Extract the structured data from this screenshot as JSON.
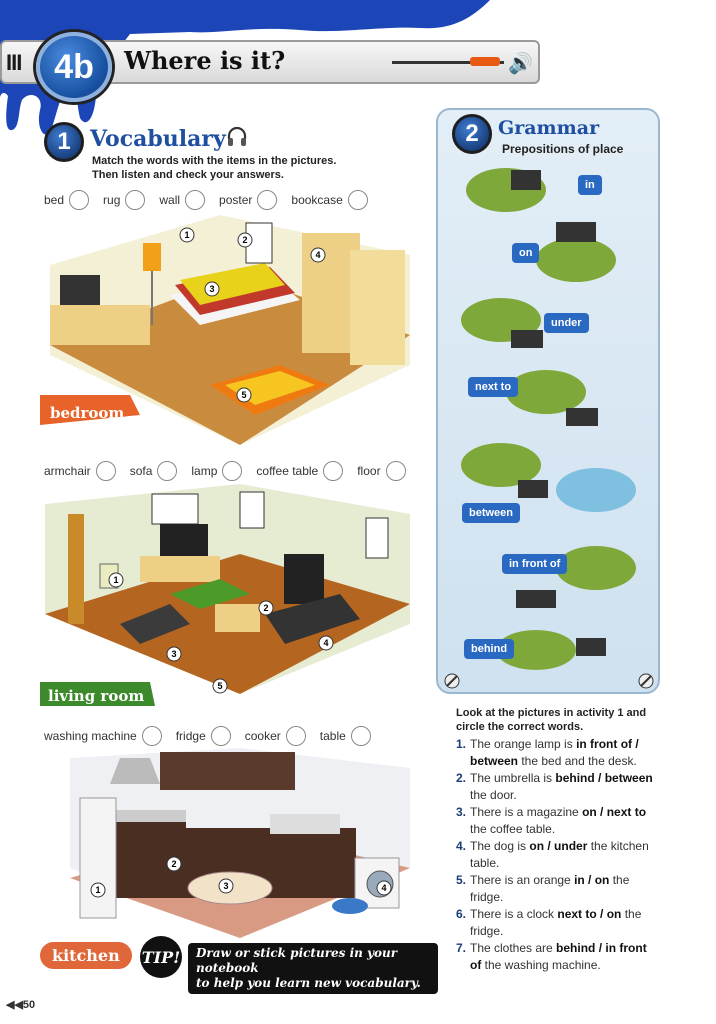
{
  "header": {
    "unit": "4b",
    "title": "Where is it?",
    "colors": {
      "splash": "#1c46b8",
      "badge": "#174f9e",
      "progress": "#e85a14"
    }
  },
  "vocabulary": {
    "number": "1",
    "title": "Vocabulary",
    "instruction_line1": "Match the words with the items in the pictures.",
    "instruction_line2": "Then listen and check your answers.",
    "icon": "headphones-icon",
    "bedroom": {
      "words": [
        "bed",
        "rug",
        "wall",
        "poster",
        "bookcase"
      ],
      "label": "bedroom",
      "markers": [
        "1",
        "2",
        "3",
        "4",
        "5"
      ]
    },
    "living_room": {
      "words": [
        "armchair",
        "sofa",
        "lamp",
        "coffee table",
        "floor"
      ],
      "label": "living room",
      "markers": [
        "1",
        "2",
        "3",
        "4",
        "5"
      ]
    },
    "kitchen": {
      "words": [
        "washing machine",
        "fridge",
        "cooker",
        "table"
      ],
      "label": "kitchen",
      "markers": [
        "1",
        "2",
        "3",
        "4"
      ]
    }
  },
  "grammar": {
    "number": "2",
    "title": "Grammar",
    "subtitle": "Prepositions of place",
    "prepositions": [
      "in",
      "on",
      "under",
      "next to",
      "between",
      "in front of",
      "behind"
    ]
  },
  "exercise": {
    "intro_line1": "Look at the pictures in activity 1 and",
    "intro_line2": "circle the correct words.",
    "questions": [
      {
        "n": "1.",
        "a": "The orange lamp is ",
        "b": "in front of / between",
        "c": " the bed and the desk."
      },
      {
        "n": "2.",
        "a": "The umbrella is ",
        "b": "behind / between",
        "c": " the door."
      },
      {
        "n": "3.",
        "a": "There is a magazine ",
        "b": "on / next to",
        "c": " the coffee table."
      },
      {
        "n": "4.",
        "a": "The dog is ",
        "b": "on / under",
        "c": " the kitchen table."
      },
      {
        "n": "5.",
        "a": "There is an orange ",
        "b": "in / on",
        "c": " the fridge."
      },
      {
        "n": "6.",
        "a": "There is a clock ",
        "b": "next to / on",
        "c": " the fridge."
      },
      {
        "n": "7.",
        "a": "The clothes are ",
        "b": "behind / in front of",
        "c": " the washing machine."
      }
    ]
  },
  "tip": {
    "label": "TIP!",
    "line1": "Draw or stick pictures in your notebook",
    "line2": "to help you learn new vocabulary."
  },
  "page_number": "50"
}
